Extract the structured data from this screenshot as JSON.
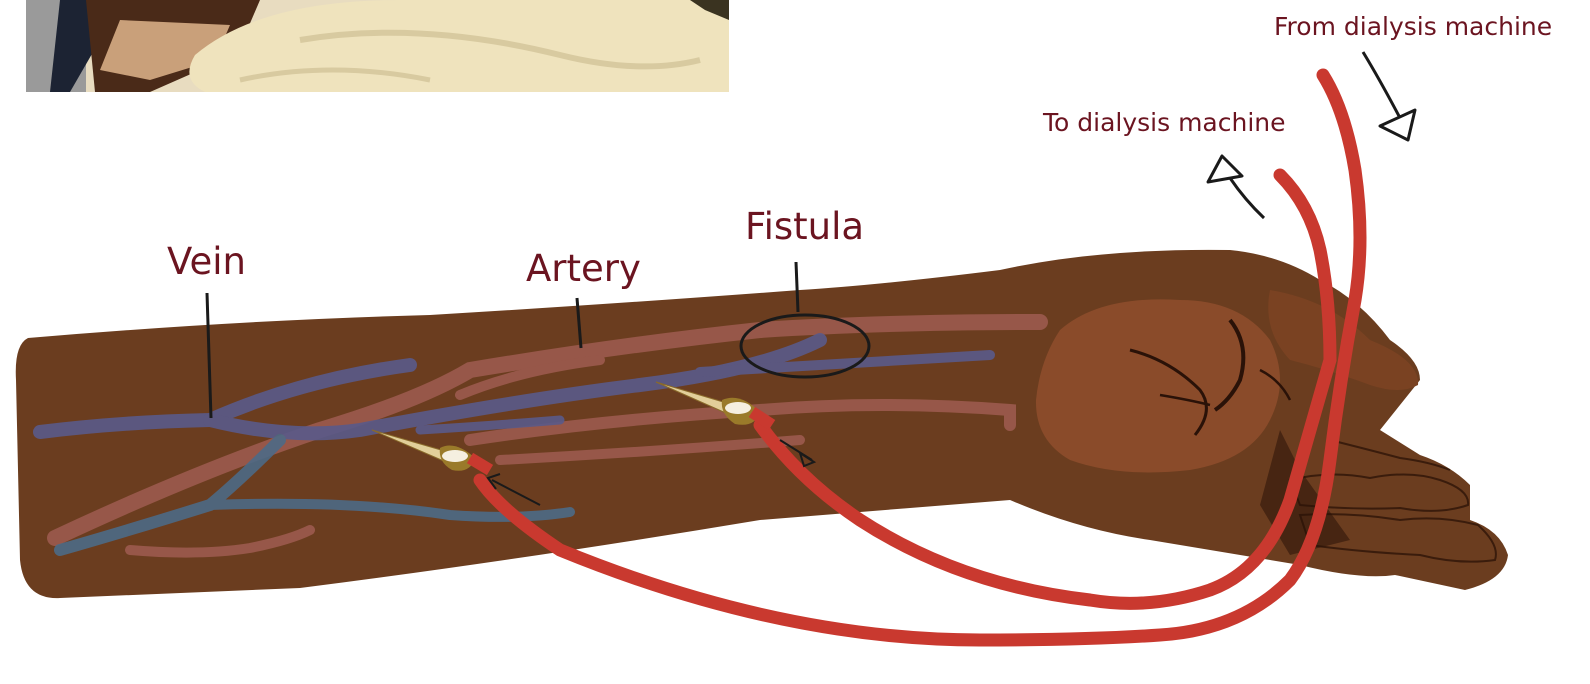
{
  "labels": {
    "vein": "Vein",
    "artery": "Artery",
    "fistula": "Fistula",
    "from_machine": "From dialysis machine",
    "to_machine": "To dialysis machine"
  },
  "colors": {
    "label_text": "#6b1420",
    "skin": "#6b3d1f",
    "skin_light": "#7d4a28",
    "palm": "#8a4b2a",
    "vein": "#5a5a8a",
    "artery": "#9c5a4e",
    "tubing": "#c9392f",
    "needle": "#e2cf9a",
    "leader_line": "#1a1a1a"
  }
}
